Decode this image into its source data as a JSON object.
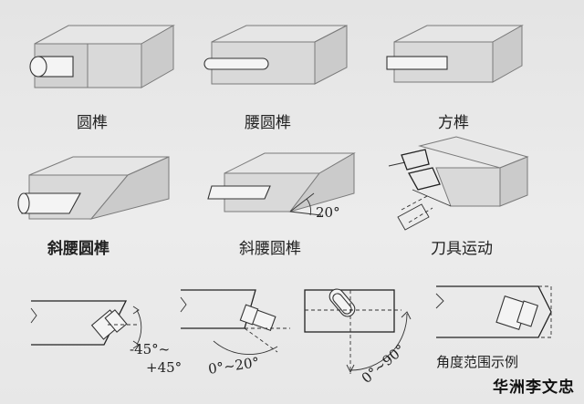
{
  "top_row": {
    "round": "圆榫",
    "waist_round": "腰圆榫",
    "square": "方榫"
  },
  "middle_row": {
    "oblique_waist_round_bold": "斜腰圆榫",
    "oblique_waist_round": "斜腰圆榫",
    "tool_motion": "刀具运动",
    "angle_20": "20°"
  },
  "bottom_row": {
    "range1_line1": "-45°~",
    "range1_line2": "+45°",
    "range2": "0°~20°",
    "range3": "0°~90°",
    "angle_range_example": "角度范围示例"
  },
  "watermark": "华洲李文忠"
}
